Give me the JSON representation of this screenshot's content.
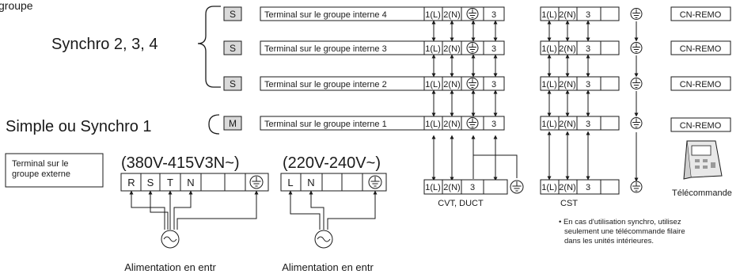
{
  "cut_text": "groupe",
  "labels": {
    "synchro_234": "Synchro 2, 3, 4",
    "simple_synchro_1": "Simple ou Synchro 1",
    "cvt_duct": "CVT, DUCT",
    "cst": "CST",
    "telecommande": "Télécommande",
    "v380": "(380V-415V3N~)",
    "v220": "(220V-240V~)",
    "alimentation": "Alimentation en entr"
  },
  "indoor_units": [
    {
      "badge": "S",
      "label": "Terminal sur le groupe interne 4"
    },
    {
      "badge": "S",
      "label": "Terminal sur le groupe interne 3"
    },
    {
      "badge": "S",
      "label": "Terminal sur le groupe interne 2"
    },
    {
      "badge": "M",
      "label": "Terminal sur le groupe interne 1"
    }
  ],
  "terminal_cols": {
    "l": "1(L)",
    "n": "2(N)",
    "three": "3"
  },
  "remote": "CN-REMO",
  "note": [
    "• En cas d'utilisation synchro, utilisez",
    "seulement une télécommande filaire",
    "dans les unités intérieures."
  ],
  "external_box": [
    "Terminal sur le",
    "groupe externe"
  ],
  "three_phase": [
    "R",
    "S",
    "T",
    "N"
  ],
  "single_phase": [
    "L",
    "N"
  ],
  "colors": {
    "line": "#1a1a1a",
    "badge_fill": "#d9d9d9"
  }
}
